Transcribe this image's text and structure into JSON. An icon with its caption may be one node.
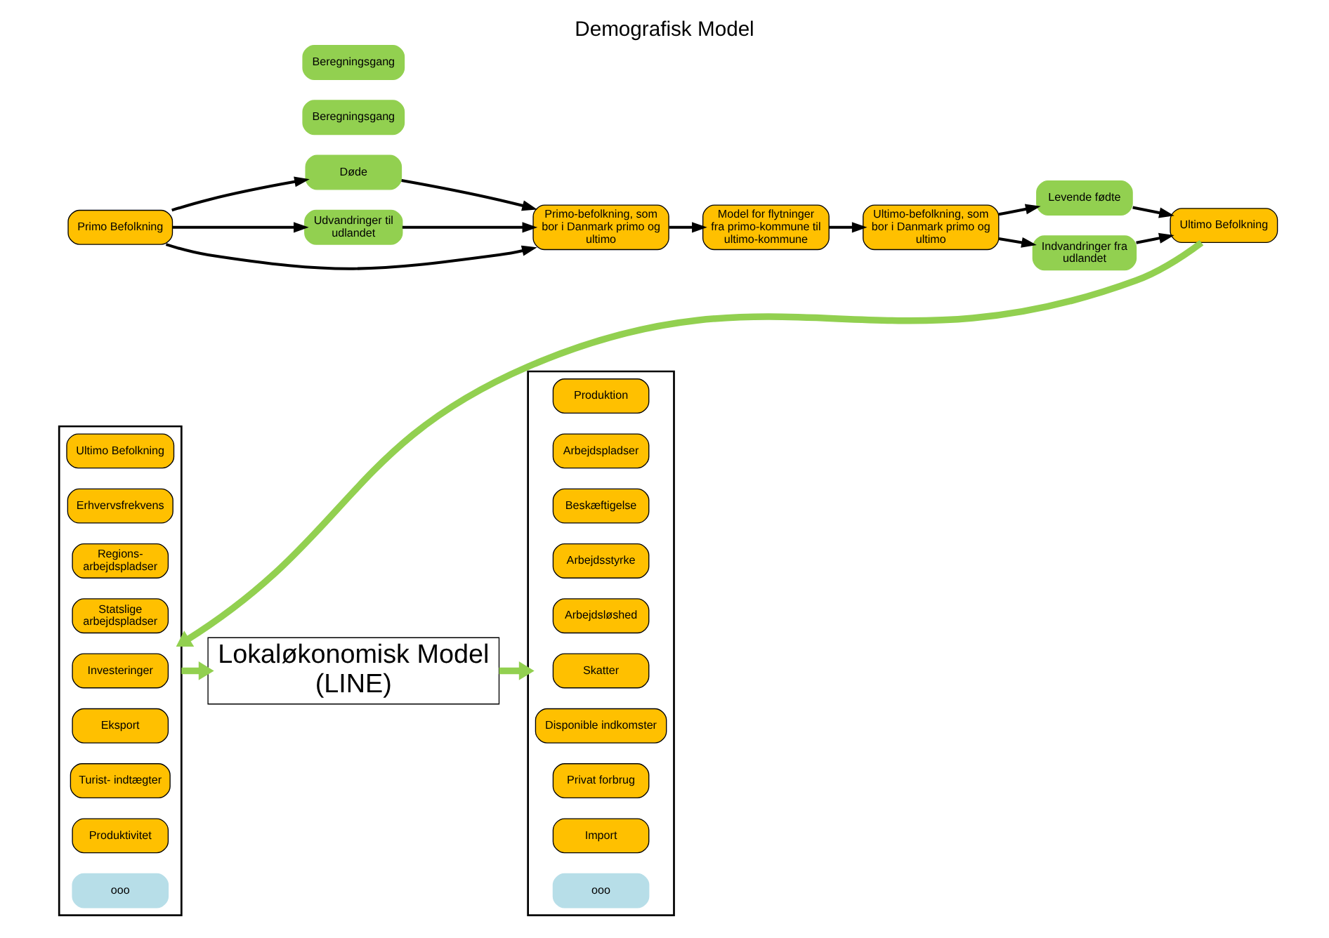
{
  "diagram": {
    "title": "Demografisk Model",
    "nodes": [
      {
        "text": [
          "Primo Befolkning"
        ]
      },
      {
        "text": [
          "Døde"
        ]
      },
      {
        "text": [
          "Udvandringer til udlandet"
        ]
      },
      {
        "text": [
          "Primo-befolkning, som bor i Danmark primo og ultimo"
        ]
      },
      {
        "text": [
          "Model for flytninger fra primo-kommune til ultimo-kommune"
        ]
      },
      {
        "text": [
          "Ultimo-befolkning, som bor i Danmark primo og ultimo"
        ]
      },
      {
        "text": [
          "Levende fødte"
        ]
      },
      {
        "text": [
          "Indvandringer fra udlandet"
        ]
      },
      {
        "text": [
          "Ultimo Befolkning"
        ]
      },
      {
        "text": [],
        "shape": "box"
      },
      {
        "text": [
          "Ultimo Befolkning"
        ],
        "in": 9
      },
      {
        "text": [
          "Erhvervsfrekvens"
        ],
        "in": 9
      },
      {
        "text": [
          "Regions- arbejdspladser"
        ],
        "in": 9
      },
      {
        "text": [
          "Statslige arbejdspladser"
        ],
        "in": 9
      },
      {
        "text": [
          "Investeringer"
        ],
        "in": 9
      },
      {
        "text": [
          "Eksport"
        ],
        "in": 9
      },
      {
        "text": [
          "Turist- indtægter"
        ],
        "in": 9
      },
      {
        "text": [
          "Produktivitet"
        ],
        "in": 9
      },
      {
        "text": [
          "ooo"
        ],
        "in": 9
      },
      {
        "text": [
          "Beregningsgang"
        ]
      },
      {
        "text": [
          "Lokaløkonomisk Model (LINE)"
        ]
      },
      {
        "text": [
          "Beregningsgang"
        ]
      },
      {
        "text": [],
        "shape": "box"
      },
      {
        "text": [
          "Produktion"
        ],
        "in": 22
      },
      {
        "text": [
          "Arbejdspladser"
        ],
        "in": 22
      },
      {
        "text": [
          "Beskæftigelse"
        ],
        "in": 22
      },
      {
        "text": [
          "Arbejdsstyrke"
        ],
        "in": 22
      },
      {
        "text": [
          "Arbejdsløshed"
        ],
        "in": 22
      },
      {
        "text": [
          "Skatter"
        ],
        "in": 22
      },
      {
        "text": [
          "Disponible indkomster"
        ],
        "in": 22
      },
      {
        "text": [
          "Privat forbrug"
        ],
        "in": 22
      },
      {
        "text": [
          "Import"
        ],
        "in": 22
      },
      {
        "text": [
          "ooo"
        ],
        "in": 22
      }
    ],
    "edges": [
      {
        "from": 0,
        "to": 1,
        "arrow": "to"
      },
      {
        "from": 0,
        "to": 3,
        "arrow": "to"
      },
      {
        "from": 0,
        "to": 2,
        "arrow": "to"
      },
      {
        "from": 1,
        "to": 3,
        "arrow": "to"
      },
      {
        "from": 2,
        "to": 3,
        "arrow": "to"
      },
      {
        "from": 3,
        "to": 4,
        "arrow": "to"
      },
      {
        "from": 4,
        "to": 5,
        "arrow": "to"
      },
      {
        "from": 5,
        "to": 6,
        "arrow": "to"
      },
      {
        "from": 5,
        "to": 7,
        "arrow": "to"
      },
      {
        "from": 6,
        "to": 8,
        "arrow": "to"
      },
      {
        "from": 7,
        "to": 8,
        "arrow": "to"
      },
      {
        "from": 8,
        "to": 9,
        "arrow": "to",
        "style": "thick",
        "color": "#92d050"
      },
      {
        "from": 9,
        "to": 20,
        "arrow": "to",
        "style": "thick",
        "color": "#92d050"
      },
      {
        "from": 20,
        "to": 22,
        "arrow": "to",
        "style": "thick",
        "color": "#92d050"
      }
    ]
  }
}
